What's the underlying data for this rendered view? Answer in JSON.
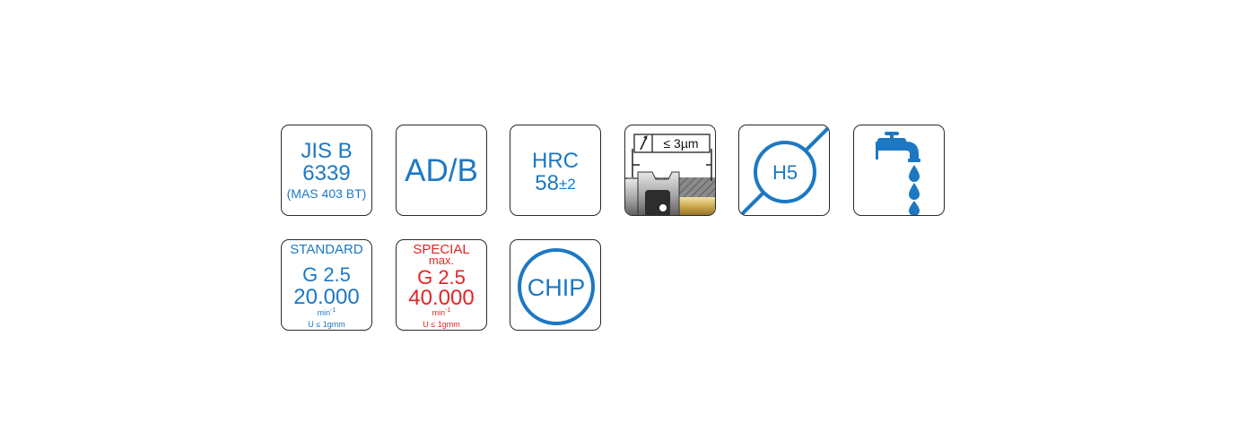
{
  "colors": {
    "blue": "#1c78c3",
    "red": "#e42323",
    "border": "#2a2a2a"
  },
  "tiles": {
    "jis": {
      "line1": "JIS B",
      "line2": "6339",
      "line3": "(MAS 403 BT)"
    },
    "adb": {
      "label": "AD/B"
    },
    "hrc": {
      "line1": "HRC",
      "value": "58",
      "tolerance": "±2"
    },
    "runout": {
      "symbol": "runout-arrow-icon",
      "label": "≤ 3µm"
    },
    "h5": {
      "label": "H5"
    },
    "coolant": {
      "icon": "water-tap-icon"
    },
    "standard": {
      "header": "STANDARD",
      "grade": "G 2.5",
      "speed": "20.000",
      "unit": "min",
      "unit_exp": "-1",
      "note": "U ≤ 1gmm"
    },
    "special": {
      "header": "SPECIAL",
      "subheader": "max.",
      "grade": "G 2.5",
      "speed": "40.000",
      "unit": "min",
      "unit_exp": "-1",
      "note": "U ≤ 1gmm"
    },
    "chip": {
      "label": "CHIP"
    }
  }
}
